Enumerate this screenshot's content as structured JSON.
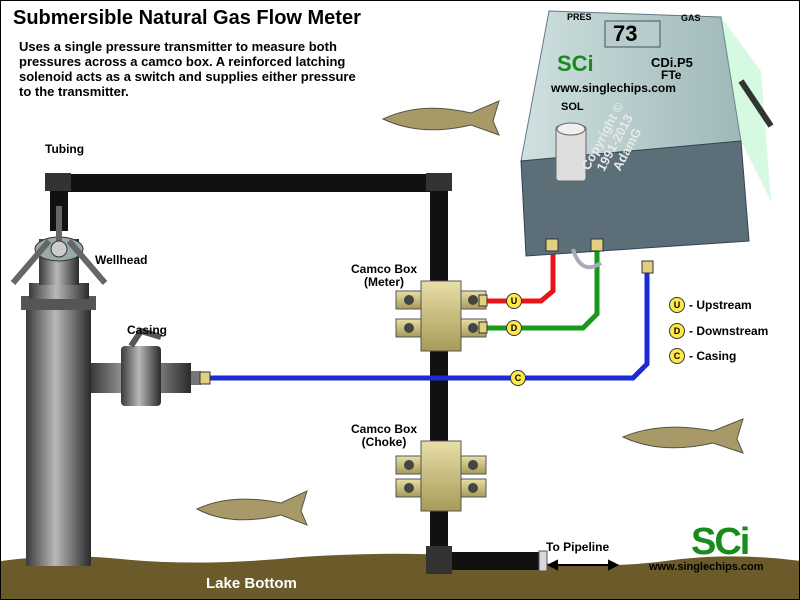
{
  "title": "Submersible Natural Gas Flow Meter",
  "description": [
    "Uses a single pressure transmitter to measure both",
    "pressures across a camco box. A reinforced latching",
    "solenoid acts as a switch and supplies either pressure",
    "to the transmitter."
  ],
  "labels": {
    "tubing": "Tubing",
    "wellhead": "Wellhead",
    "casing": "Casing",
    "camco_meter": [
      "Camco Box",
      "(Meter)"
    ],
    "camco_choke": [
      "Camco Box",
      "(Choke)"
    ],
    "to_pipeline": "To Pipeline",
    "lake_bottom": "Lake Bottom"
  },
  "device": {
    "pres": "PRES",
    "gas": "GAS",
    "display": "73",
    "brand": "SCi",
    "model_line1": "CDi.P5",
    "model_line2": "FTe",
    "url": "www.singlechips.com",
    "sol": "SOL",
    "copyright": [
      "Copyright ©",
      "1991-2013",
      "AdamG"
    ]
  },
  "badges": {
    "upstream": "U",
    "downstream": "D",
    "casing": "C"
  },
  "legend": [
    {
      "letter": "U",
      "text": "- Upstream"
    },
    {
      "letter": "D",
      "text": "- Downstream"
    },
    {
      "letter": "C",
      "text": "- Casing"
    }
  ],
  "logo": {
    "mark": "SCi",
    "url": "www.singlechips.com"
  },
  "colors": {
    "upstream_line": "#e8141a",
    "downstream_line": "#179a1a",
    "casing_line": "#1a2ad6",
    "pipe": "#111111",
    "badge": "#ffe94a",
    "lake": "#6b5a2a"
  }
}
